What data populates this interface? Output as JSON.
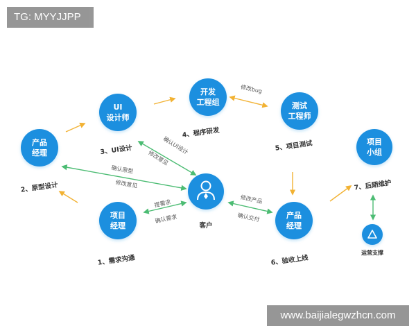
{
  "overlay": {
    "tag": "TG: MYYJJPP",
    "url": "www.baijialegwzhcn.com"
  },
  "nodes": {
    "product_manager_left": {
      "line1": "产品",
      "line2": "经理",
      "caption": "2、原型设计"
    },
    "ui_designer": {
      "line1": "UI",
      "line2": "设计师",
      "caption": "3、UI设计"
    },
    "dev_team": {
      "line1": "开发",
      "line2": "工程组",
      "caption": "4、程序研发"
    },
    "test_engineer": {
      "line1": "测试",
      "line2": "工程师",
      "caption": "5、项目测试"
    },
    "project_team": {
      "line1": "项目",
      "line2": "小组",
      "caption": "7、后期维护"
    },
    "project_manager": {
      "line1": "项目",
      "line2": "经理",
      "caption": "1、需求沟通"
    },
    "customer": {
      "caption": "客户"
    },
    "product_manager_right": {
      "line1": "产品",
      "line2": "经理",
      "caption": "6、验收上线"
    },
    "ops": {
      "caption": "运营支撑"
    }
  },
  "edge_labels": {
    "confirm_prototype": "确认原型",
    "modify_opinion_1": "修改意见",
    "confirm_ui": "确认UI设计",
    "modify_opinion_2": "修改意见",
    "raise_requirement": "提需求",
    "confirm_requirement": "确认需求",
    "modify_bug": "修改bug",
    "modify_product": "修改产品",
    "confirm_delivery": "确认交付"
  },
  "colors": {
    "node_blue": "#1f8fdf",
    "arrow_orange": "#f2b233",
    "arrow_green": "#4cbc73",
    "text_dark": "#333333"
  }
}
